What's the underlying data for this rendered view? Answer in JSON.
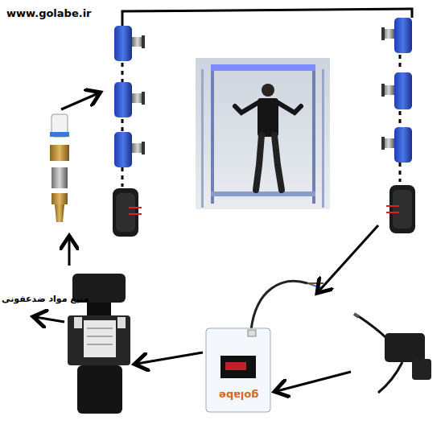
{
  "diagram": {
    "labels": [
      "www.golabe.ir",
      "منبع مواد ضدعفونی",
      "golabe"
    ]
  }
}
